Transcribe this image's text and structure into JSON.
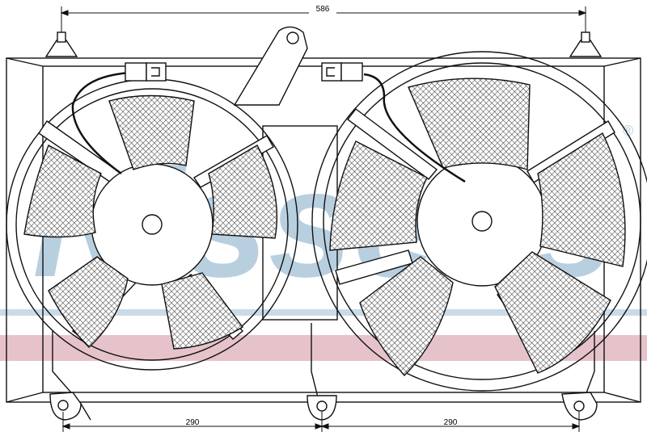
{
  "dimensions": {
    "overall_width": "586",
    "left_fan_spacing": "290",
    "right_fan_spacing": "290"
  },
  "watermark": {
    "text": "Nissens",
    "registered_mark": "®",
    "color": "#aac4d6",
    "stripe_blue": "#c9dbe8",
    "stripe_red": "#e6c3cb"
  },
  "line_color": "#111111",
  "mesh_fill": "#7a7a7a"
}
